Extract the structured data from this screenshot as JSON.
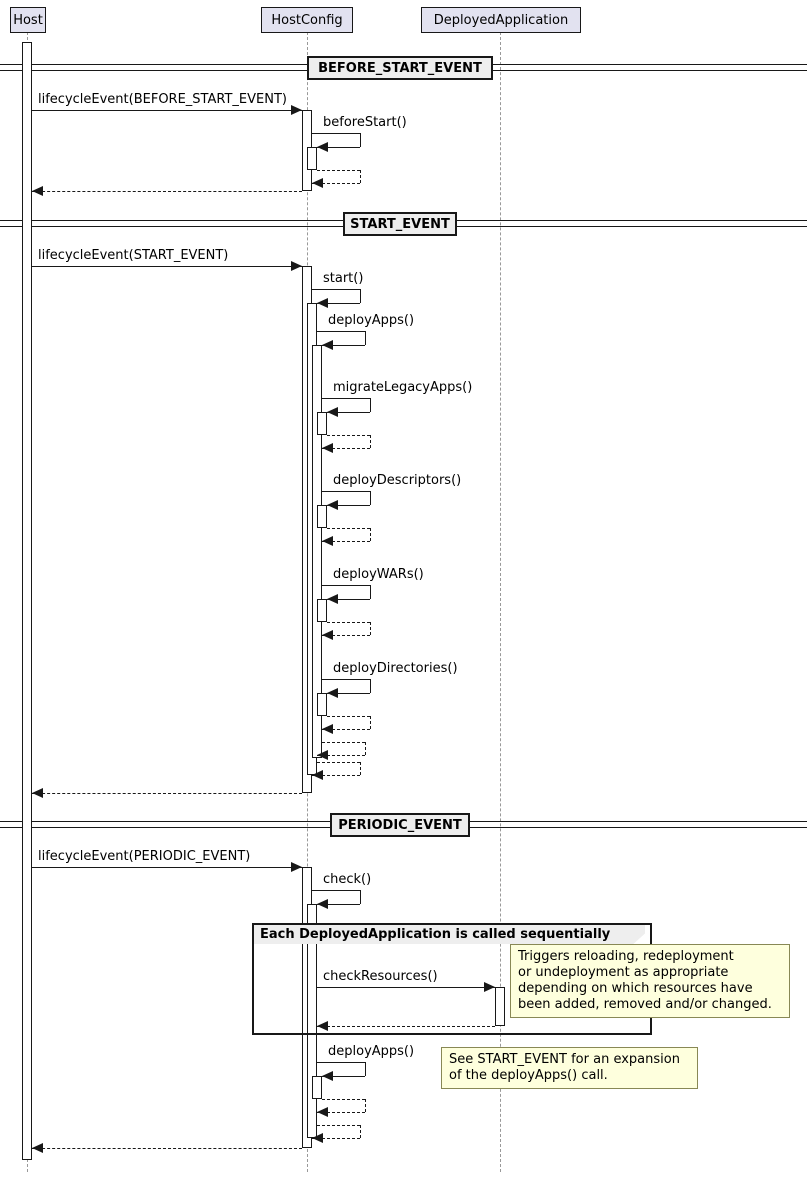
{
  "participants": [
    {
      "name": "Host"
    },
    {
      "name": "HostConfig"
    },
    {
      "name": "DeployedApplication"
    }
  ],
  "dividers": [
    {
      "label": "BEFORE_START_EVENT"
    },
    {
      "label": "START_EVENT"
    },
    {
      "label": "PERIODIC_EVENT"
    }
  ],
  "messages": {
    "before_start": {
      "lifecycle": "lifecycleEvent(BEFORE_START_EVENT)",
      "before_start": "beforeStart()"
    },
    "start": {
      "lifecycle": "lifecycleEvent(START_EVENT)",
      "start": "start()",
      "deploy_apps": "deployApps()",
      "migrate_legacy_apps": "migrateLegacyApps()",
      "deploy_descriptors": "deployDescriptors()",
      "deploy_wars": "deployWARs()",
      "deploy_directories": "deployDirectories()"
    },
    "periodic": {
      "lifecycle": "lifecycleEvent(PERIODIC_EVENT)",
      "check": "check()",
      "check_resources": "checkResources()",
      "deploy_apps": "deployApps()"
    }
  },
  "frame": {
    "title": "Each DeployedApplication is called sequentially"
  },
  "notes": [
    {
      "text": "Triggers reloading, redeployment\nor undeployment as appropriate\ndepending on which resources have\nbeen added, removed and/or changed."
    },
    {
      "text": "See START_EVENT for an expansion\nof the deployApps() call."
    }
  ],
  "colors": {
    "participant_fill": "#E2E2F0",
    "divider_fill": "#EEEEEE",
    "note_fill": "#FEFFDD",
    "line_color": "#181818"
  }
}
